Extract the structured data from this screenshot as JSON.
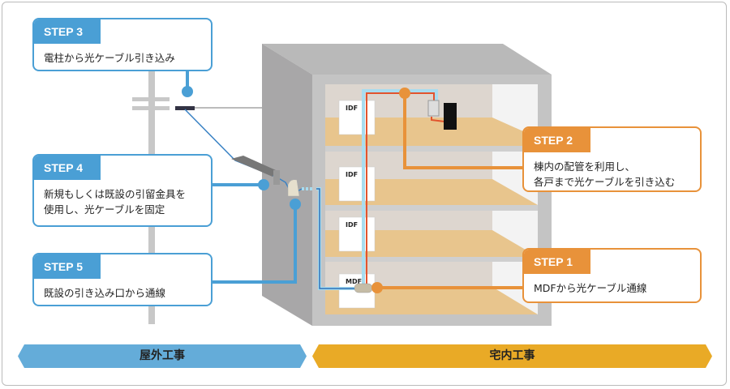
{
  "steps": [
    {
      "id": "step3",
      "label": "STEP 3",
      "text": "電柱から光ケーブル引き込み"
    },
    {
      "id": "step4",
      "label": "STEP 4",
      "text": "新規もしくは既設の引留金具を\n使用し、光ケーブルを固定"
    },
    {
      "id": "step5",
      "label": "STEP 5",
      "text": "既設の引き込み口から通線"
    },
    {
      "id": "step2",
      "label": "STEP 2",
      "text": "棟内の配管を利用し、\n各戸まで光ケーブルを引き込む"
    },
    {
      "id": "step1",
      "label": "STEP 1",
      "text": "MDFから光ケーブル通線"
    }
  ],
  "building": {
    "idf_labels": [
      "IDF",
      "IDF",
      "IDF"
    ],
    "mdf_label": "MDF"
  },
  "bands": {
    "outdoor": "屋外工事",
    "indoor": "宅内工事"
  },
  "colors": {
    "blue": "#4a9fd5",
    "orange": "#e8923a",
    "outdoor_band": "#64acd9",
    "indoor_band": "#e9aa26",
    "fiber_red": "#e2542e"
  }
}
